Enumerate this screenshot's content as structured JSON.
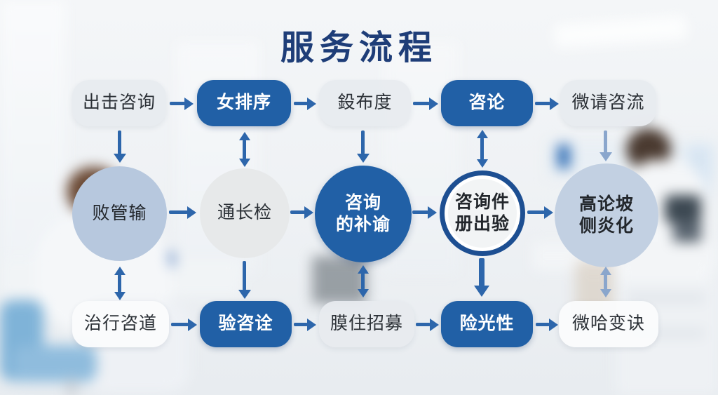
{
  "title": "服务流程",
  "colors": {
    "dark_node": "#2160a6",
    "title_text": "#1e3d78",
    "arrow": "#2d66ab",
    "arrow_light": "#8aa6cc",
    "light_node_bg": "#e7ebef",
    "circle_blue_bg": "#b7c8de"
  },
  "flow": {
    "top_row": [
      {
        "label": "出击咨询",
        "variant": "light"
      },
      {
        "label": "女排序",
        "variant": "dark"
      },
      {
        "label": "鈠布度",
        "variant": "light"
      },
      {
        "label": "咨论",
        "variant": "dark"
      },
      {
        "label": "微请咨流",
        "variant": "light"
      }
    ],
    "middle_row": [
      {
        "label": "败管输",
        "variant": "circle-blue"
      },
      {
        "label": "通长检",
        "variant": "circle-light"
      },
      {
        "label": "咨询\n的补谕",
        "variant": "circle-dark"
      },
      {
        "label": "咨询件\n册出验",
        "variant": "circle-outline"
      },
      {
        "label": "高论坡\n侧炎化",
        "variant": "circle-blue"
      }
    ],
    "bottom_row": [
      {
        "label": "治行咨道",
        "variant": "white"
      },
      {
        "label": "验咨诠",
        "variant": "dark"
      },
      {
        "label": "膜住招募",
        "variant": "light"
      },
      {
        "label": "险光性",
        "variant": "dark"
      },
      {
        "label": "微哈变诀",
        "variant": "white"
      }
    ]
  }
}
